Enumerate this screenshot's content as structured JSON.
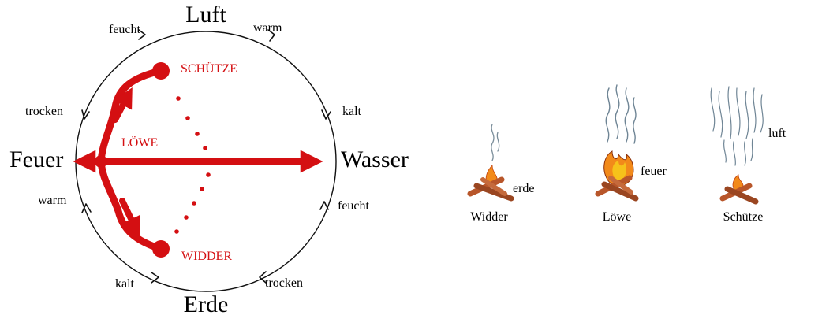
{
  "colors": {
    "accent": "#d40f12",
    "ink": "#111111",
    "wood": "#b8562a",
    "flame": "#f28a1a",
    "smoke": "#8aa5b8"
  },
  "circle": {
    "elements": {
      "top": "Luft",
      "left": "Feuer",
      "right": "Wasser",
      "bottom": "Erde"
    },
    "qualities": {
      "top_left": "feucht",
      "top_right": "warm",
      "left_upper": "trocken",
      "left_lower": "warm",
      "right_upper": "kalt",
      "right_lower": "feucht",
      "bottom_left": "kalt",
      "bottom_right": "trocken"
    },
    "signs": {
      "top": "SCHÜTZE",
      "middle": "LÖWE",
      "bottom": "WIDDER"
    }
  },
  "fires": [
    {
      "caption": "Widder",
      "label": "erde"
    },
    {
      "caption": "Löwe",
      "label": "feuer"
    },
    {
      "caption": "Schütze",
      "label": "luft"
    }
  ]
}
